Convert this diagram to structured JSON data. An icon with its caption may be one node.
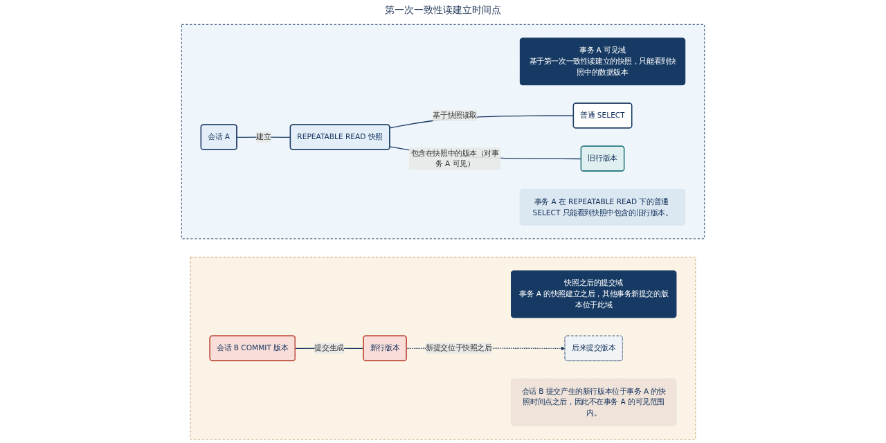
{
  "diagram": {
    "nodes": [
      {
        "text": [],
        "shape": "box"
      },
      {
        "text": [
          "事务 A 可见域",
          "基于第一次一致性读建立的快照，只能看到快照中的数据版本"
        ],
        "in": 0
      },
      {
        "text": [
          "会话 A"
        ],
        "in": 0
      },
      {
        "text": [
          "REPEATABLE READ 快照"
        ],
        "in": 0
      },
      {
        "text": [
          "普通 SELECT"
        ],
        "in": 0
      },
      {
        "text": [
          "旧行版本"
        ],
        "in": 0
      },
      {
        "text": [
          "事务 A 在 REPEATABLE READ 下的普通 SELECT 只能看到快照中包含的旧行版本。"
        ],
        "in": 0
      },
      {
        "text": [],
        "shape": "box"
      },
      {
        "text": [
          "快照之后的提交域",
          "事务 A 的快照建立之后，其他事务新提交的版本位于此域"
        ],
        "in": 7
      },
      {
        "text": [
          "会话 B COMMIT 版本"
        ],
        "in": 7
      },
      {
        "text": [
          "新行版本"
        ],
        "in": 7
      },
      {
        "text": [
          "后来提交版本"
        ],
        "in": 7
      },
      {
        "text": [
          "会话 B 提交产生的新行版本位于事务 A 的快照时间点之后，因此不在事务 A 的可见范围内。"
        ],
        "in": 7
      }
    ],
    "edges": [
      {
        "from": 2,
        "to": 3,
        "arrow": "none",
        "label": "建立"
      },
      {
        "from": 3,
        "to": 4,
        "arrow": "none",
        "label": "基于快照读取"
      },
      {
        "from": 3,
        "to": 5,
        "arrow": "none",
        "label": "包含在快照中的版本（对事务 A 可见）"
      },
      {
        "from": 9,
        "to": 10,
        "arrow": "none",
        "label": "提交生成"
      },
      {
        "from": 10,
        "to": 11,
        "arrow": "to",
        "style": "dashed",
        "label": "新提交位于快照之后"
      }
    ],
    "labels": [
      "第一次一致性读建立时间点"
    ]
  }
}
